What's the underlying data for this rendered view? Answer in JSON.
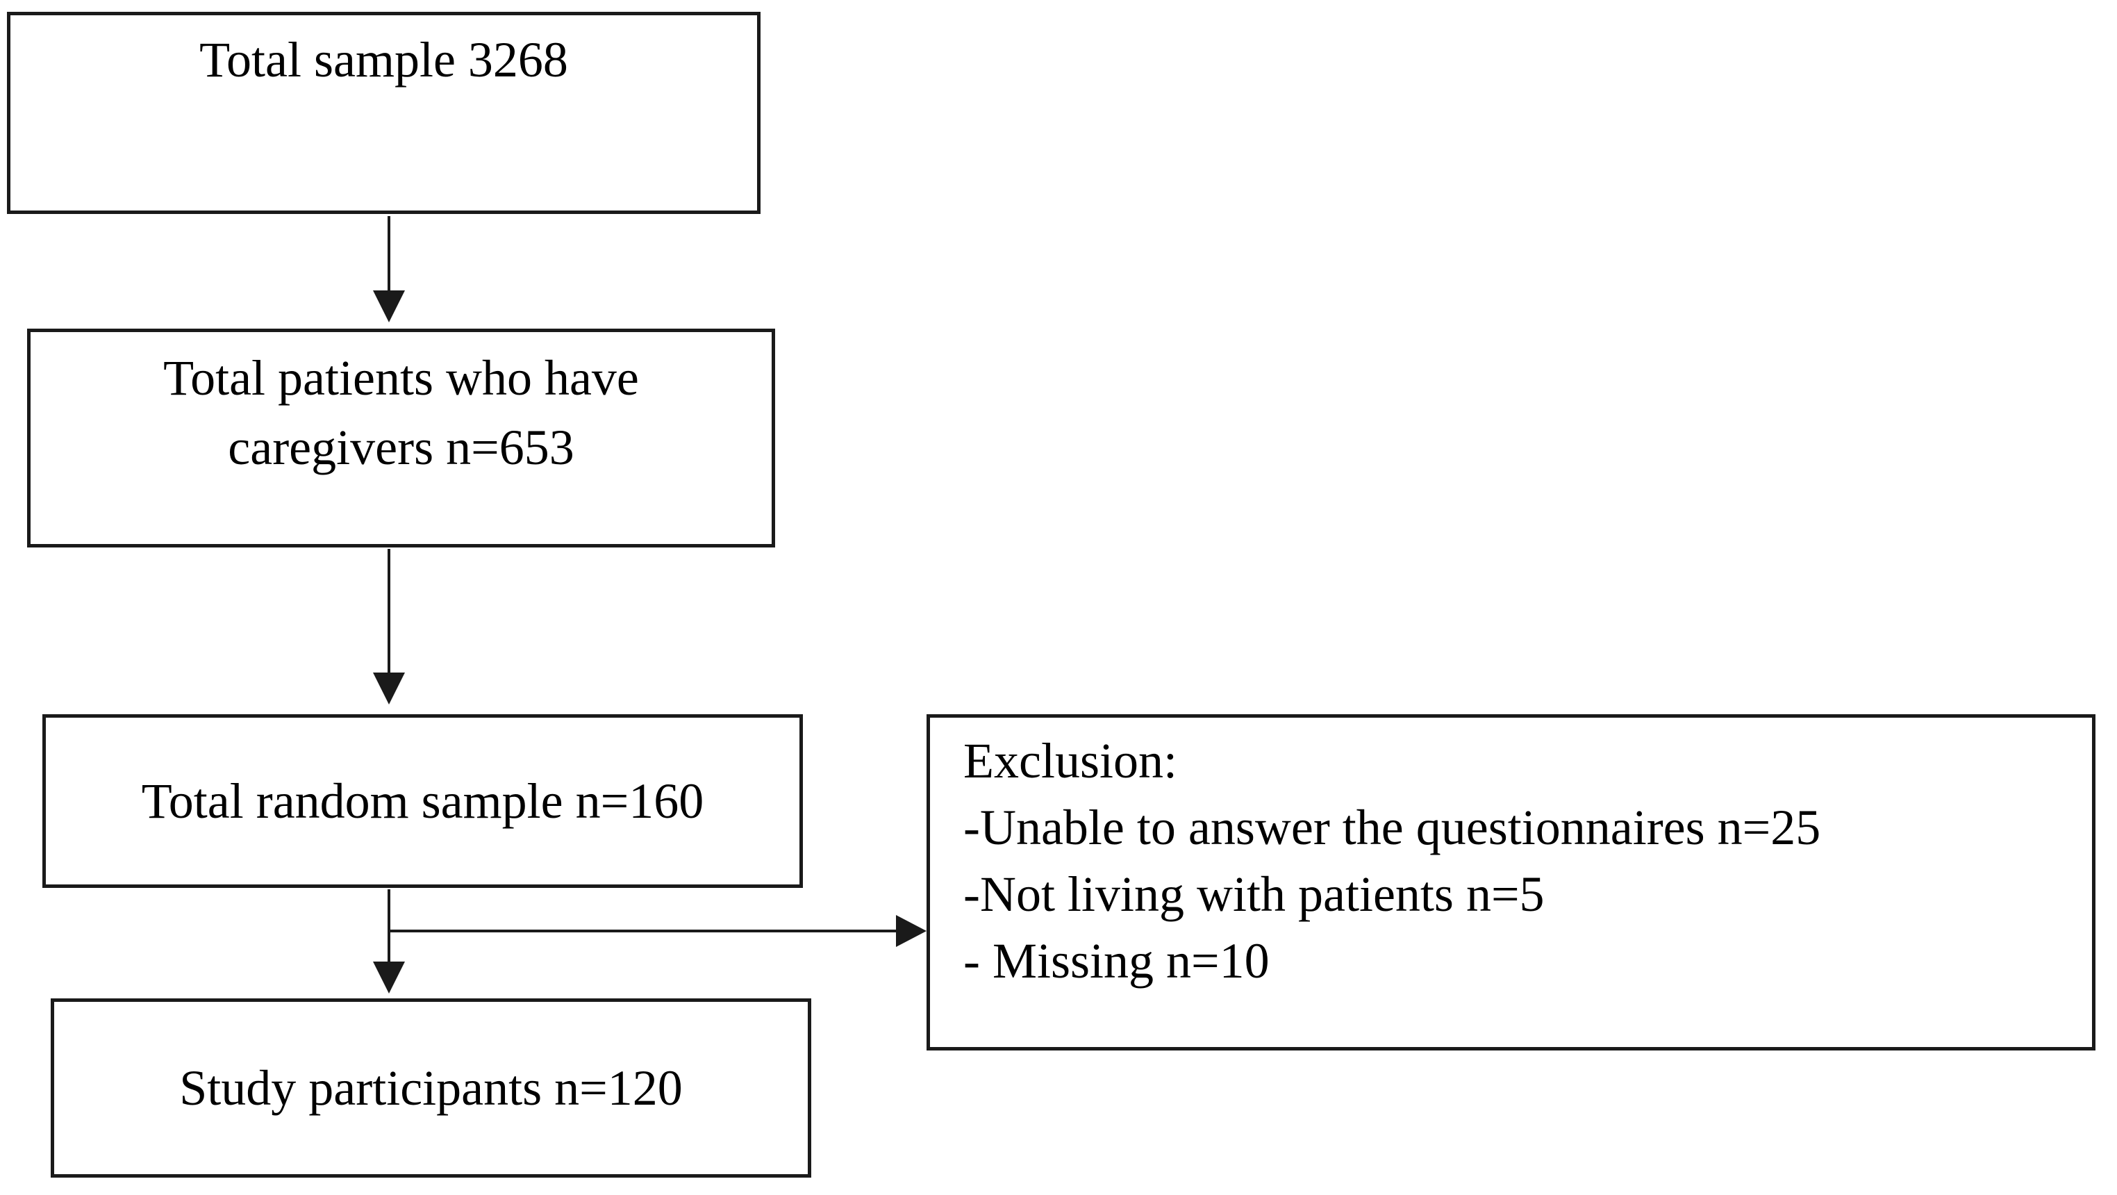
{
  "diagram": {
    "nodes": {
      "total_sample": {
        "label": "Total sample 3268"
      },
      "caregivers": {
        "lines": [
          "Total patients who have",
          "caregivers n=653"
        ]
      },
      "random_sample": {
        "label": "Total random sample n=160"
      },
      "participants": {
        "label": "Study participants n=120"
      },
      "exclusion": {
        "title": "Exclusion:",
        "items": [
          "-Unable to answer the questionnaires n=25",
          "-Not living with patients n=5",
          "- Missing n=10"
        ]
      }
    },
    "colors": {
      "background": "#ffffff",
      "line": "#1a1a1a",
      "text": "#000000"
    }
  }
}
